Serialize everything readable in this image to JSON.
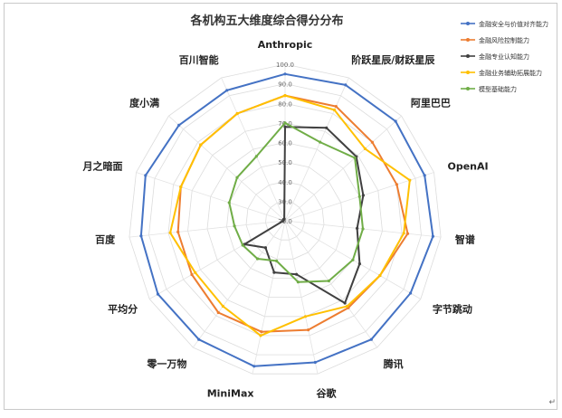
{
  "chart_data": {
    "type": "radar",
    "title": "各机构五大维度综合得分分布",
    "categories": [
      "Anthropic",
      "阶跃星辰/财跃星辰",
      "阿里巴巴",
      "OpenAI",
      "智谱",
      "字节跳动",
      "腾讯",
      "谷歌",
      "MiniMax",
      "零一万物",
      "平均分",
      "百度",
      "月之暗面",
      "度小满",
      "百川智能"
    ],
    "rlim": [
      20,
      100
    ],
    "ticks": [
      "20.0",
      "30.0",
      "40.0",
      "50.0",
      "60.0",
      "70.0",
      "80.0",
      "90.0",
      "100.0"
    ],
    "grid": true,
    "legend_position": "top-right",
    "series": [
      {
        "name": "金融安全与价值对齐能力",
        "color": "#4472C4",
        "values": [
          95,
          96,
          96,
          95,
          96,
          94,
          95,
          94,
          96,
          95,
          95,
          94,
          95,
          93,
          93
        ]
      },
      {
        "name": "金融风险控制能力",
        "color": "#ED7D31",
        "values": [
          84,
          84,
          80,
          80,
          83,
          76,
          75,
          77,
          78,
          78,
          75,
          75,
          76,
          78,
          80
        ]
      },
      {
        "name": "金融专业认知能力",
        "color": "#404040",
        "values": [
          68,
          72,
          69,
          62,
          57,
          64,
          72,
          48,
          47,
          37,
          44,
          21,
          21,
          21,
          21
        ]
      },
      {
        "name": "金融业务辅助拓展能力",
        "color": "#FFC000",
        "values": [
          84,
          82,
          75,
          87,
          81,
          76,
          74,
          70,
          80,
          74,
          73,
          79,
          76,
          78,
          80
        ]
      },
      {
        "name": "模型基础能力",
        "color": "#70AD47",
        "values": [
          70,
          64,
          68,
          60,
          60,
          60,
          58,
          52,
          41,
          44,
          45,
          46,
          50,
          53,
          56
        ]
      }
    ]
  }
}
